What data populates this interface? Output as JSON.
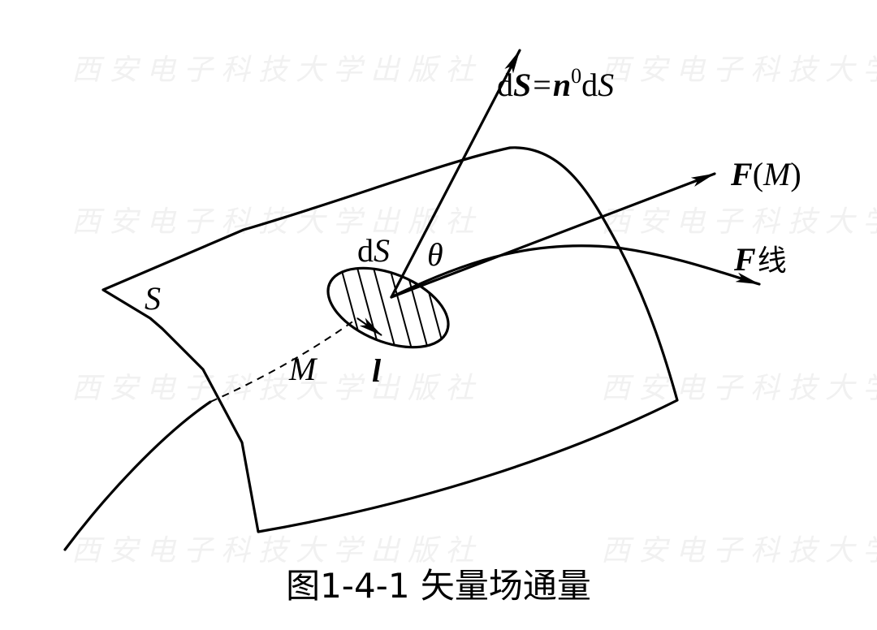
{
  "watermark": "西安电子科技大学出版社",
  "labels": {
    "ds_vector_d": "d",
    "ds_vector_s": "S",
    "ds_vector_eq": "=",
    "ds_vector_n": "n",
    "ds_vector_sup": "0",
    "ds_vector_d2": "d",
    "ds_vector_s2": "S",
    "field_f": "F",
    "field_paren_open": "(",
    "field_m": "M",
    "field_paren_close": ")",
    "fline_f": "F",
    "fline_text": "线",
    "surface_s": "S",
    "ds_d": "d",
    "ds_s": "S",
    "theta": "θ",
    "point_m": "M",
    "curve_l": "l"
  },
  "caption": "图1-4-1  矢量场通量"
}
